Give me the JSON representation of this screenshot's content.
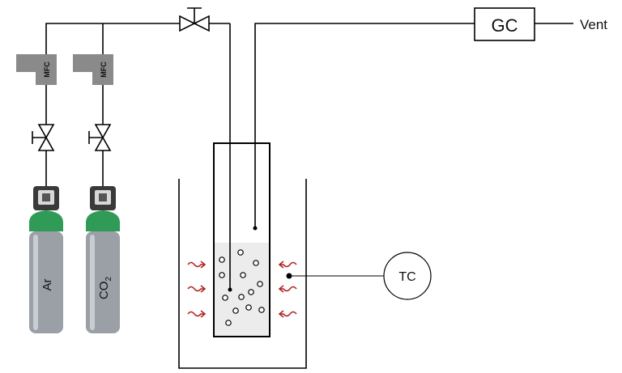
{
  "diagram": {
    "gc_label": "GC",
    "vent_label": "Vent",
    "tc_label": "TC",
    "mfc_label": "MFC",
    "cylinder_ar_label": "Ar",
    "cylinder_co2_label": "CO",
    "cylinder_co2_subscript": "2",
    "colors": {
      "cylinder_body": "#9aa0a6",
      "cylinder_neck": "#2f9b57",
      "mfc_body": "#8a8a8a",
      "heat_arrow": "#b22222",
      "liquid": "#ececec"
    },
    "icons": [
      "valve-icon",
      "mfc-icon",
      "gas-cylinder-icon",
      "heat-arrow-icon",
      "bubble-icon"
    ]
  }
}
